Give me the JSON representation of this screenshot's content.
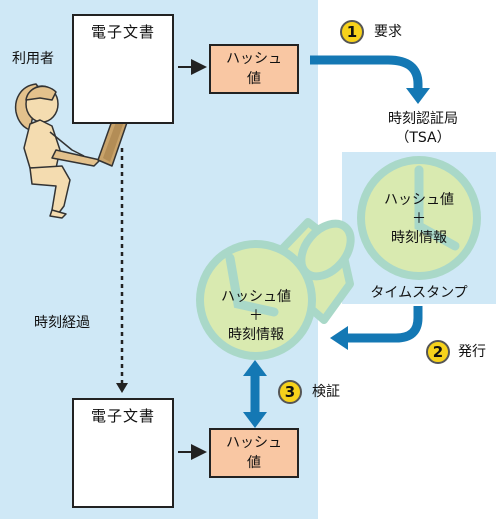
{
  "user": {
    "label": "利用者"
  },
  "document": {
    "title": "電子文書"
  },
  "hash": {
    "line1": "ハッシュ",
    "line2": "値"
  },
  "steps": [
    {
      "number": "1",
      "label": "要求"
    },
    {
      "number": "2",
      "label": "発行"
    },
    {
      "number": "3",
      "label": "検証"
    }
  ],
  "tsa": {
    "name": "時刻認証局",
    "abbr": "（TSA）",
    "stamp_caption": "タイムスタンプ"
  },
  "stamp": {
    "line1": "ハッシュ値",
    "line2": "＋",
    "line3": "時刻情報"
  },
  "elapsed": {
    "label": "時刻経過"
  },
  "colors": {
    "panel": "#cfe8f6",
    "arrow": "#1478b4",
    "hash_box": "#f9c7a3",
    "badge": "#f7d21b",
    "stamp_face": "#d9eab0",
    "stamp_rim": "#a9d8c8"
  }
}
